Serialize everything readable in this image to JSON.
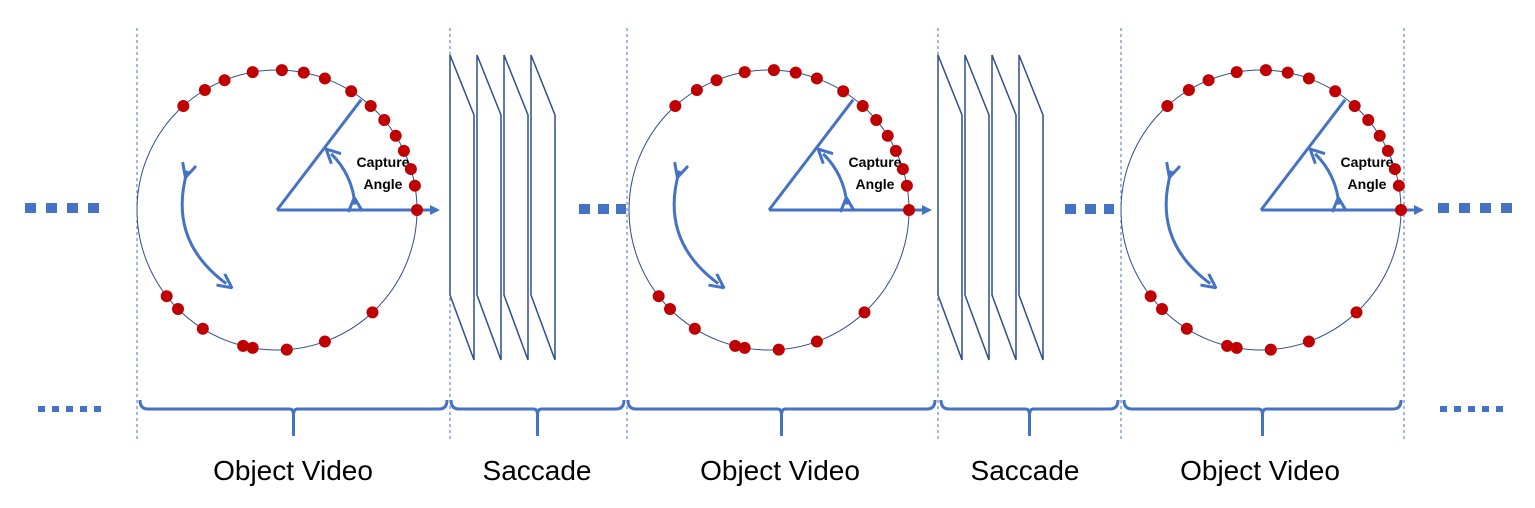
{
  "colors": {
    "accent": "#4472C4",
    "dark_outline": "#2F4F8F",
    "dot": "#C00000",
    "text": "#000000"
  },
  "labels": {
    "object_video": "Object Video",
    "saccade": "Saccade",
    "capture_angle_line1": "Capture",
    "capture_angle_line2": "Angle"
  },
  "timeline": {
    "segments": [
      {
        "kind": "object_video"
      },
      {
        "kind": "saccade"
      },
      {
        "kind": "object_video"
      },
      {
        "kind": "saccade"
      },
      {
        "kind": "object_video"
      }
    ]
  }
}
